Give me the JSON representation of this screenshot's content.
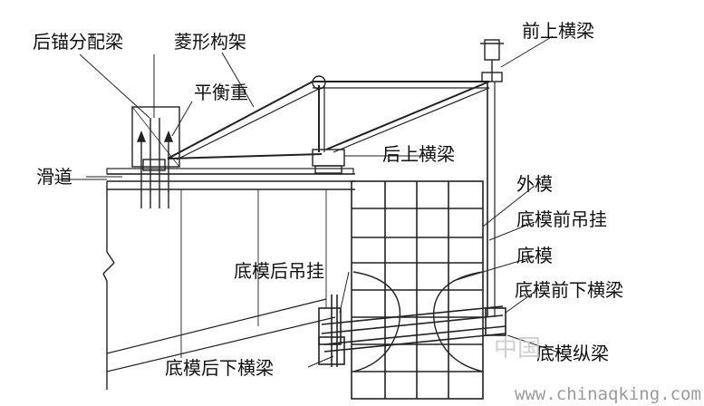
{
  "labels": {
    "rear_anchor_beam": "后锚分配梁",
    "diamond_truss": "菱形构架",
    "counterweight": "平衡重",
    "slide_track": "滑道",
    "front_upper_crossbeam": "前上横梁",
    "rear_upper_crossbeam": "后上横梁",
    "outer_formwork": "外模",
    "bottom_form_front_hanger": "底模前吊挂",
    "bottom_formwork": "底模",
    "bottom_form_rear_hanger": "底模后吊挂",
    "bottom_form_front_lower_crossbeam": "底模前下横梁",
    "bottom_form_rear_lower_crossbeam": "底模后下横梁",
    "bottom_form_longitudinal_beam": "底模纵梁"
  },
  "watermark": {
    "url": "www.chinaqking.com",
    "cn": "中国"
  }
}
